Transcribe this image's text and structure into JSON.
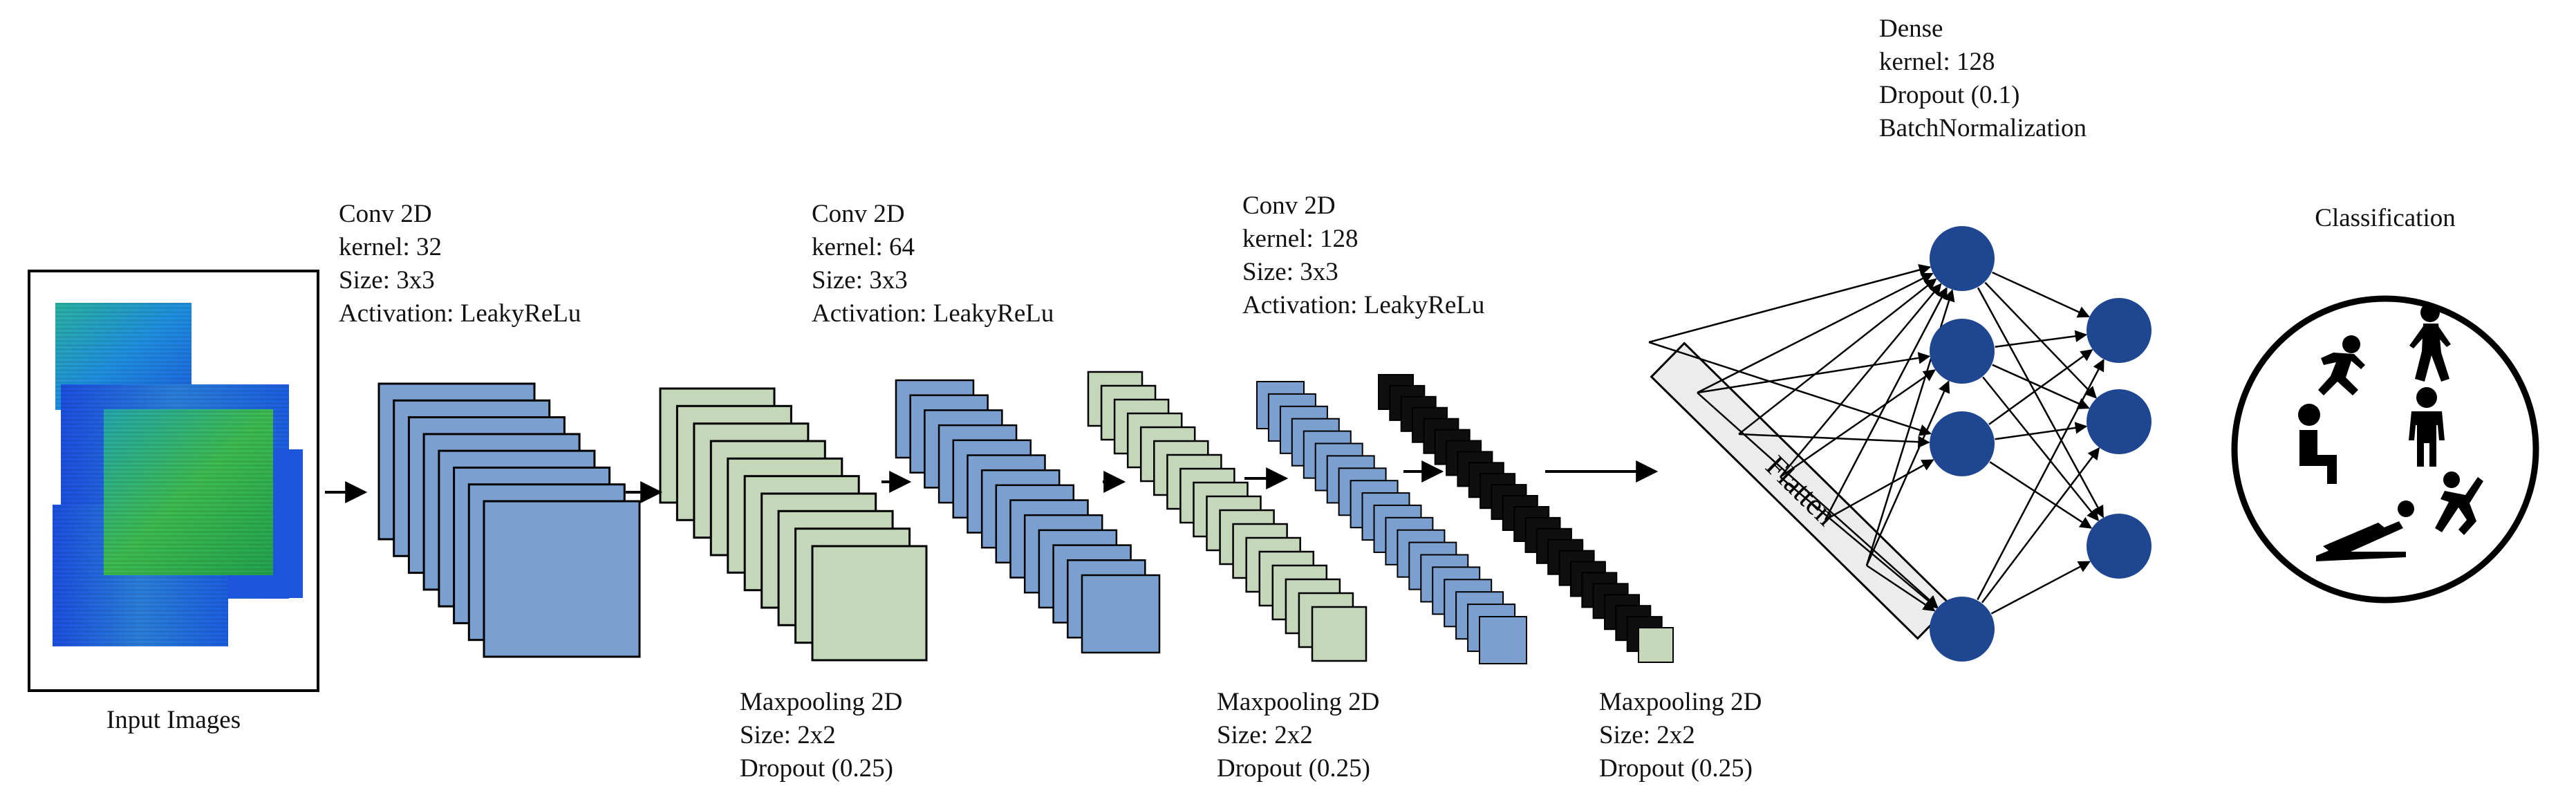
{
  "input": {
    "label": "Input Images"
  },
  "conv_blocks": [
    {
      "lines": [
        "Conv 2D",
        "kernel: 32",
        "Size: 3x3",
        "Activation: LeakyReLu"
      ]
    },
    {
      "lines": [
        "Conv 2D",
        "kernel: 64",
        "Size: 3x3",
        "Activation: LeakyReLu"
      ]
    },
    {
      "lines": [
        "Conv 2D",
        "kernel: 128",
        "Size: 3x3",
        "Activation: LeakyReLu"
      ]
    }
  ],
  "pool_blocks": [
    {
      "lines": [
        "Maxpooling 2D",
        "Size: 2x2",
        "Dropout (0.25)"
      ]
    },
    {
      "lines": [
        "Maxpooling 2D",
        "Size: 2x2",
        "Dropout (0.25)"
      ]
    },
    {
      "lines": [
        "Maxpooling 2D",
        "Size: 2x2",
        "Dropout (0.25)"
      ]
    }
  ],
  "flatten": {
    "label": "Flatten"
  },
  "dense": {
    "lines": [
      "Dense",
      "kernel: 128",
      "Dropout (0.1)",
      "BatchNormalization"
    ]
  },
  "classification": {
    "label": "Classification"
  },
  "icons": [
    "running-person-icon",
    "walking-person-icon",
    "sitting-person-icon",
    "standing-person-icon",
    "lying-person-icon",
    "falling-person-icon"
  ],
  "colors": {
    "conv_fill": "#7ba0cf",
    "pool_fill": "#c4d7b9",
    "deep_fill": "#0f0f0f",
    "neuron": "#1f4690",
    "flatten_fill": "#ececec",
    "spectro_blue": "#1c5ee0",
    "spectro_green": "#33b25a"
  }
}
